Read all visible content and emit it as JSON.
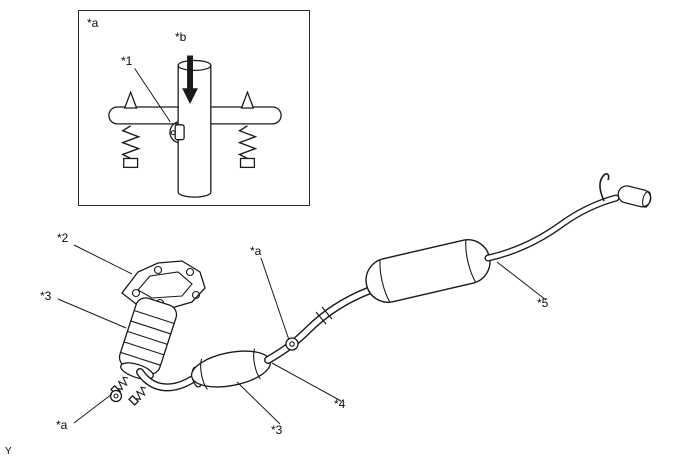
{
  "figure": {
    "background": "#ffffff",
    "line_color": "#1a1a1a"
  },
  "labels": {
    "inset_a": "*a",
    "inset_b": "*b",
    "inset_1": "*1",
    "main_2": "*2",
    "main_3_upper": "*3",
    "main_a_mid": "*a",
    "main_5": "*5",
    "main_4": "*4",
    "main_3_lower": "*3",
    "main_a_lower": "*a",
    "page_marker": "Y"
  }
}
